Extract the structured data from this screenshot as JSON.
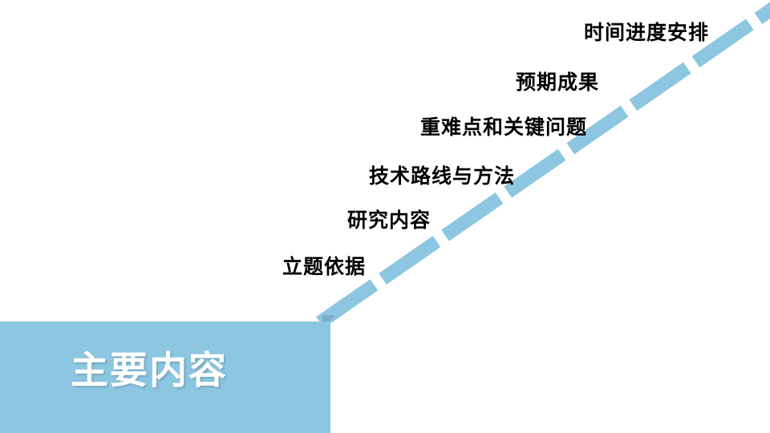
{
  "slide": {
    "title": "主要内容",
    "agenda_items": [
      {
        "text": "立题依据"
      },
      {
        "text": "研究内容"
      },
      {
        "text": "技术路线与方法"
      },
      {
        "text": "重难点和关键问题"
      },
      {
        "text": "预期成果"
      },
      {
        "text": "时间进度安排"
      }
    ]
  },
  "colors": {
    "accent_blue": "#8CC6E0",
    "overlap_dark_blue": "#75AECB",
    "label_text": "#000000",
    "title_text": "#FFFFFF",
    "background": "#FFFFFF"
  }
}
